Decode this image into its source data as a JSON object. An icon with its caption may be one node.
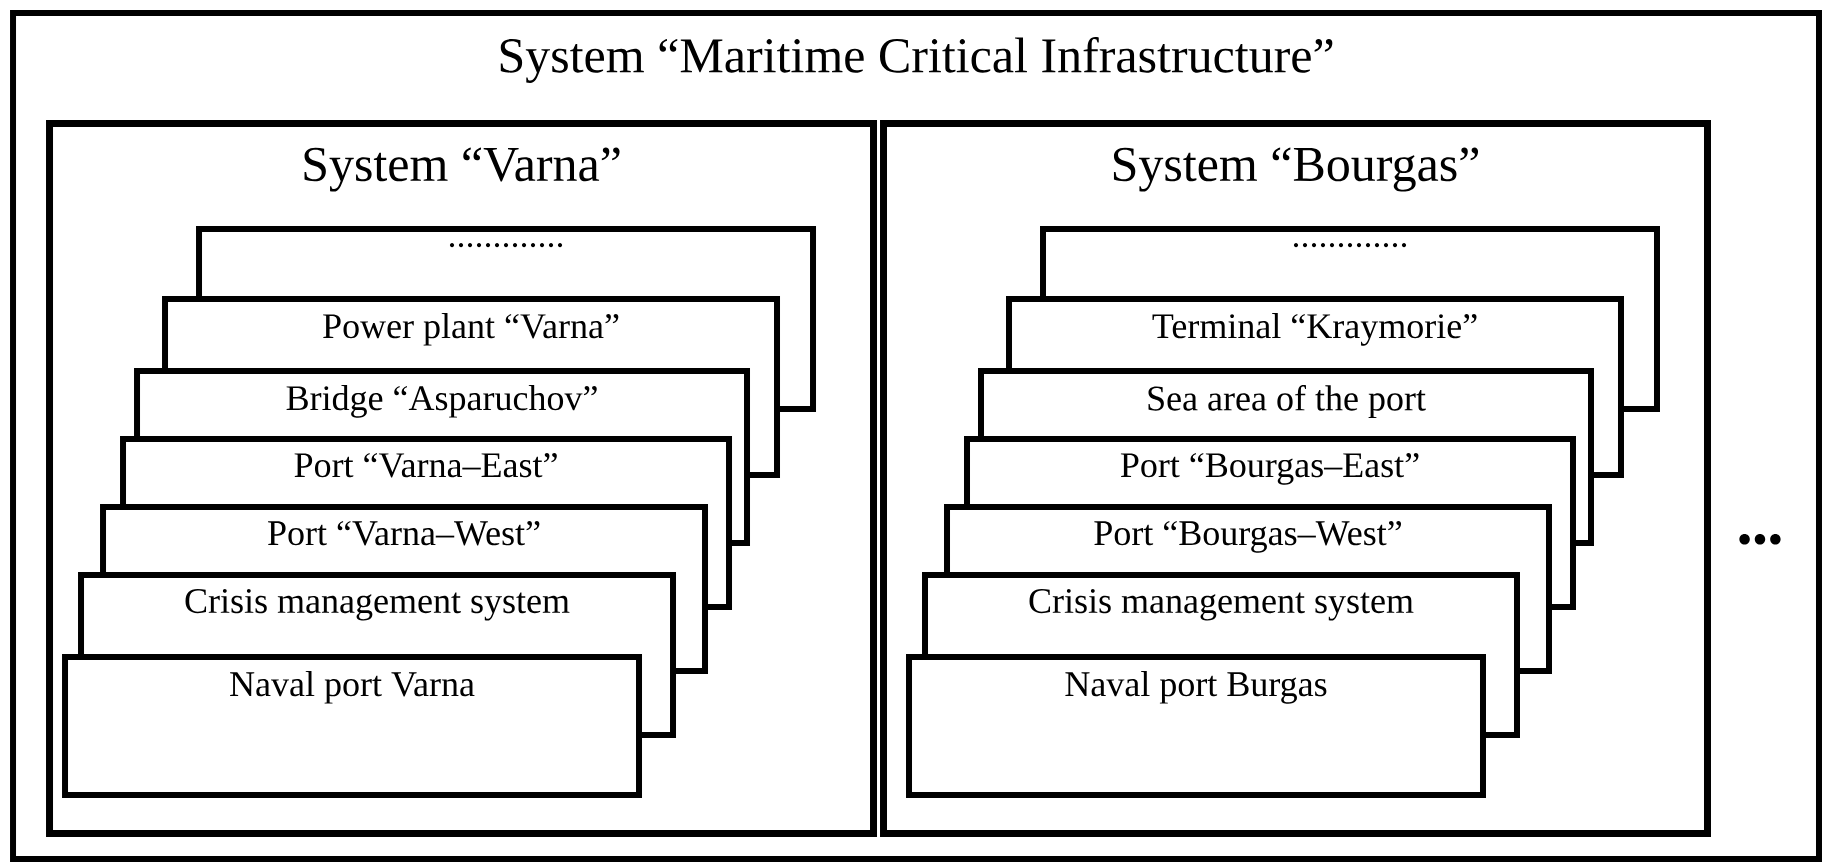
{
  "diagram": {
    "nodes": [
      {
        "text": [
          "System “Maritime Critical Infrastructure”"
        ]
      },
      {
        "text": [
          "System “Varna”"
        ],
        "in": 0
      },
      {
        "text": [
          "............."
        ],
        "in": 1
      },
      {
        "text": [
          "Power plant “Varna”"
        ],
        "in": 1
      },
      {
        "text": [
          "Bridge “Asparuchov”"
        ],
        "in": 1
      },
      {
        "text": [
          "Port “Varna–East”"
        ],
        "in": 1
      },
      {
        "text": [
          "Port “Varna–West”"
        ],
        "in": 1
      },
      {
        "text": [
          "Crisis management system"
        ],
        "in": 1
      },
      {
        "text": [
          "Naval port Varna"
        ],
        "in": 1
      },
      {
        "text": [
          "System “Bourgas”"
        ],
        "in": 0
      },
      {
        "text": [
          "............."
        ],
        "in": 9
      },
      {
        "text": [
          "Terminal “Kraymorie”"
        ],
        "in": 9
      },
      {
        "text": [
          "Sea area of the port"
        ],
        "in": 9
      },
      {
        "text": [
          "Port “Bourgas–East”"
        ],
        "in": 9
      },
      {
        "text": [
          "Port “Bourgas–West”"
        ],
        "in": 9
      },
      {
        "text": [
          "Crisis management system"
        ],
        "in": 9
      },
      {
        "text": [
          "Naval port Burgas"
        ],
        "in": 9
      }
    ],
    "labels": [
      "•••"
    ]
  }
}
